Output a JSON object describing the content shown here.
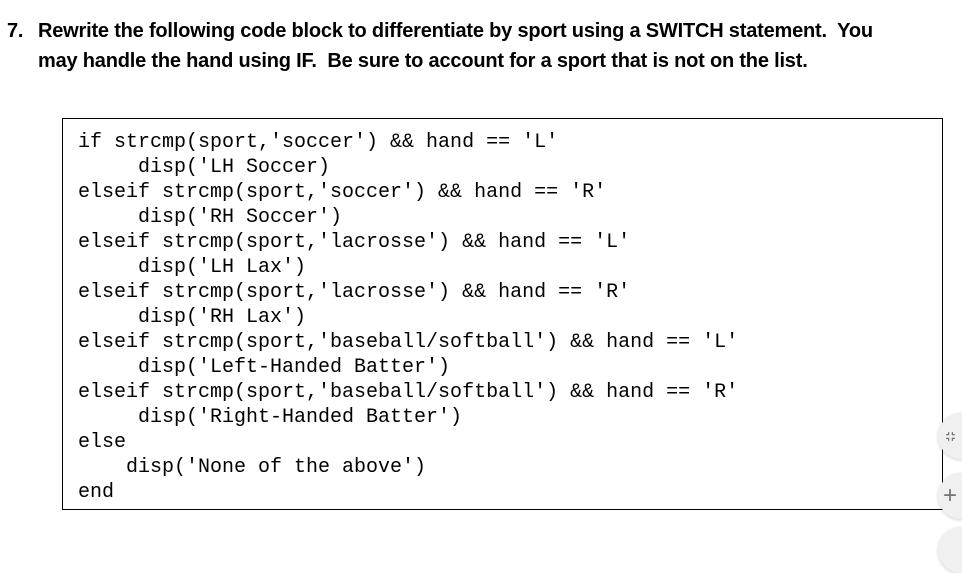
{
  "question": {
    "number": "7.",
    "line1": "Rewrite the following code block to differentiate by sport using a SWITCH statement.  You",
    "line2": "may handle the hand using IF.  Be sure to account for a sport that is not on the list."
  },
  "code": {
    "language_hint": "MATLAB",
    "lines": [
      "if strcmp(sport,'soccer') && hand == 'L'",
      "     disp('LH Soccer)",
      "elseif strcmp(sport,'soccer') && hand == 'R'",
      "     disp('RH Soccer')",
      "elseif strcmp(sport,'lacrosse') && hand == 'L'",
      "     disp('LH Lax')",
      "elseif strcmp(sport,'lacrosse') && hand == 'R'",
      "     disp('RH Lax')",
      "elseif strcmp(sport,'baseball/softball') && hand == 'L'",
      "     disp('Left-Handed Batter')",
      "elseif strcmp(sport,'baseball/softball') && hand == 'R'",
      "     disp('Right-Handed Batter')",
      "else",
      "    disp('None of the above')",
      "end"
    ]
  },
  "viewer_controls": {
    "fullscreen_icon": "fullscreen-exit",
    "zoom_in_glyph": "+",
    "zoom_out_icon": "zoom-out (cut off at bottom edge)"
  },
  "colors": {
    "page_bg": "#ffffff",
    "text": "#000000",
    "code_border": "#000000",
    "fab_bg": "#f0f0f0",
    "fab_icon": "#757575"
  }
}
